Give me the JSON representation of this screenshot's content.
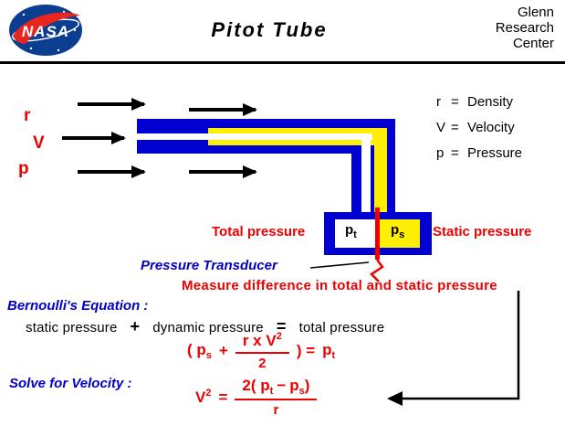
{
  "header": {
    "title": "Pitot  Tube",
    "logo_text": "NASA",
    "center_name": [
      "Glenn",
      "Research",
      "Center"
    ]
  },
  "flow": {
    "labels": [
      "r",
      "V",
      "p"
    ]
  },
  "legend": {
    "items": [
      {
        "symbol": "r",
        "eq": "=",
        "term": "Density"
      },
      {
        "symbol": "V",
        "eq": "=",
        "term": "Velocity"
      },
      {
        "symbol": "p",
        "eq": "=",
        "term": "Pressure"
      }
    ]
  },
  "diagram": {
    "total_pressure": "Total pressure",
    "static_pressure": "Static pressure",
    "pt": {
      "base": "p",
      "sub": "t"
    },
    "ps": {
      "base": "p",
      "sub": "s"
    },
    "transducer": "Pressure Transducer",
    "measure": "Measure difference in total and static pressure"
  },
  "equations": {
    "bernoulli_heading": "Bernoulli's Equation :",
    "words": {
      "static": "static pressure",
      "plus": "+",
      "dynamic": "dynamic pressure",
      "equals": "=",
      "total": "total pressure"
    },
    "eq1": {
      "open": "( p",
      "sub_s": "s",
      "plus": "+",
      "num_base": "r x V",
      "num_exp": "2",
      "den": "2",
      "close": ") =",
      "rhs_base": "p",
      "rhs_sub": "t"
    },
    "solve_heading": "Solve for Velocity :",
    "eq2": {
      "lhs_base": "V",
      "lhs_exp": "2",
      "equals": "=",
      "num_open": "2( p",
      "num_sub_t": "t",
      "minus": "−",
      "num_p2": "p",
      "num_sub_s": "s",
      "num_close": ")",
      "den": "r"
    }
  },
  "colors": {
    "tube_blue": "#0000d0",
    "channel_yellow": "#ffef00",
    "accent_red": "#ee0000",
    "label_blue": "#0000cc",
    "nasa_blue": "#0b3d91",
    "nasa_red": "#e8251f"
  }
}
